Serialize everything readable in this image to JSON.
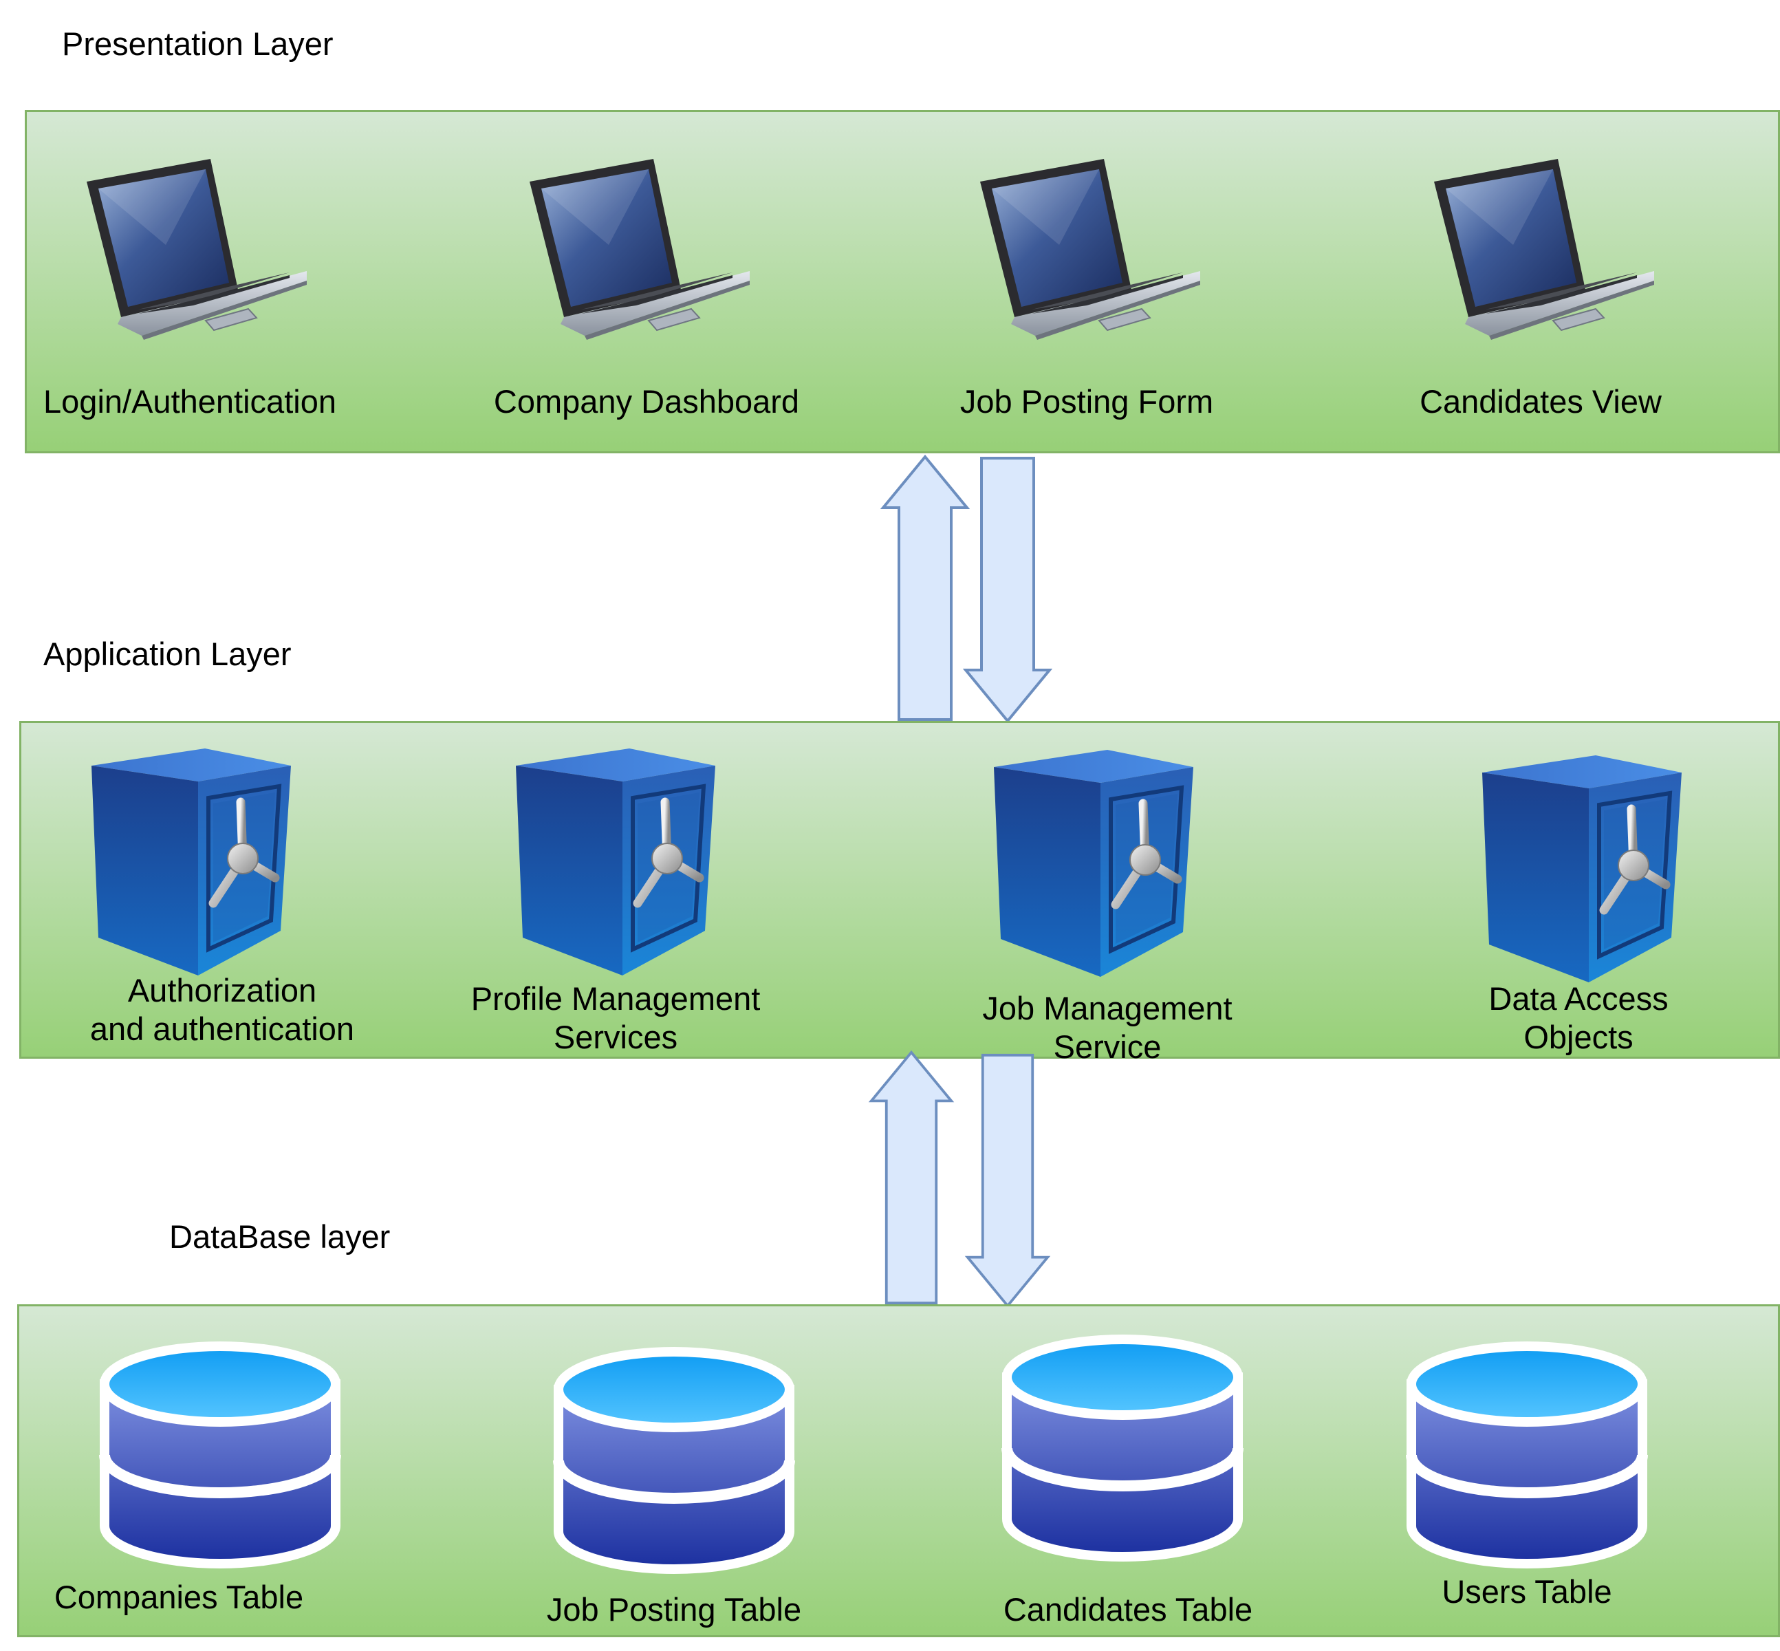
{
  "colors": {
    "band_border": "#82b366",
    "band_gradient_top": "#d5e8d4",
    "band_gradient_bottom": "#97d077",
    "arrow_fill": "#dae8fc",
    "arrow_stroke": "#6c8ebf"
  },
  "presentation": {
    "title": "Presentation Layer",
    "icon": "laptop-icon",
    "nodes": [
      {
        "label": "Login/Authentication"
      },
      {
        "label": "Company Dashboard"
      },
      {
        "label": "Job Posting Form"
      },
      {
        "label": "Candidates View"
      }
    ]
  },
  "application": {
    "title": "Application Layer",
    "icon": "safe-icon",
    "nodes": [
      {
        "label": "Authorization\nand authentication"
      },
      {
        "label": "Profile Management\nServices"
      },
      {
        "label": "Job Management\nService"
      },
      {
        "label": "Data Access\nObjects"
      }
    ]
  },
  "database": {
    "title": "DataBase layer",
    "icon": "database-icon",
    "nodes": [
      {
        "label": "Companies Table"
      },
      {
        "label": "Job Posting Table"
      },
      {
        "label": "Candidates Table"
      },
      {
        "label": "Users Table"
      }
    ]
  },
  "connectors": [
    {
      "name": "presentation-application-up-arrow",
      "direction": "up"
    },
    {
      "name": "presentation-application-down-arrow",
      "direction": "down"
    },
    {
      "name": "application-database-up-arrow",
      "direction": "up"
    },
    {
      "name": "application-database-down-arrow",
      "direction": "down"
    }
  ]
}
